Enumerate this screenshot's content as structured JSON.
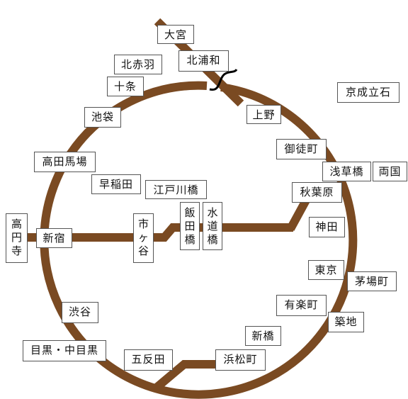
{
  "route_color": "#7a4a22",
  "stations": [
    {
      "key": "omiya",
      "label": "大宮"
    },
    {
      "key": "kita-urawa",
      "label": "北浦和"
    },
    {
      "key": "kita-akabane",
      "label": "北赤羽"
    },
    {
      "key": "jujo",
      "label": "十条"
    },
    {
      "key": "ikebukuro",
      "label": "池袋"
    },
    {
      "key": "ueno",
      "label": "上野"
    },
    {
      "key": "keisei-tateishi",
      "label": "京成立石"
    },
    {
      "key": "okachimachi",
      "label": "御徒町"
    },
    {
      "key": "asakusabashi",
      "label": "浅草橋"
    },
    {
      "key": "ryogoku",
      "label": "両国"
    },
    {
      "key": "takadanobaba",
      "label": "高田馬場"
    },
    {
      "key": "waseda",
      "label": "早稲田"
    },
    {
      "key": "edogawabashi",
      "label": "江戸川橋"
    },
    {
      "key": "akihabara",
      "label": "秋葉原"
    },
    {
      "key": "koenji",
      "label": "高円寺"
    },
    {
      "key": "shinjuku",
      "label": "新宿"
    },
    {
      "key": "ichigaya",
      "label": "市ヶ谷"
    },
    {
      "key": "iidabashi",
      "label": "飯田橋"
    },
    {
      "key": "suidobashi",
      "label": "水道橋"
    },
    {
      "key": "kanda",
      "label": "神田"
    },
    {
      "key": "tokyo",
      "label": "東京"
    },
    {
      "key": "kayabacho",
      "label": "茅場町"
    },
    {
      "key": "yurakucho",
      "label": "有楽町"
    },
    {
      "key": "shibuya",
      "label": "渋谷"
    },
    {
      "key": "tsukiji",
      "label": "築地"
    },
    {
      "key": "shinbashi",
      "label": "新橋"
    },
    {
      "key": "meguro",
      "label": "目黒・中目黒"
    },
    {
      "key": "gotanda",
      "label": "五反田"
    },
    {
      "key": "hamamatsucho",
      "label": "浜松町"
    }
  ]
}
